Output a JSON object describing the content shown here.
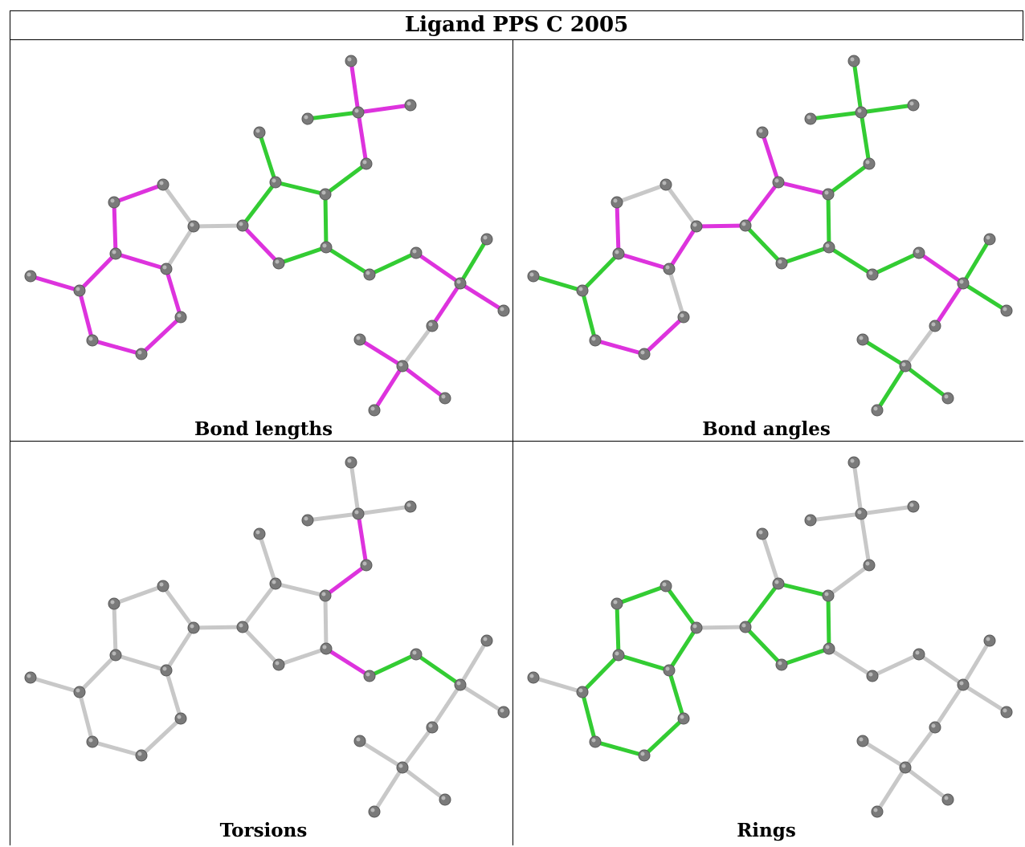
{
  "title": "Ligand PPS C 2005",
  "panels": [
    {
      "caption": "Bond lengths"
    },
    {
      "caption": "Bond angles"
    },
    {
      "caption": "Torsions"
    },
    {
      "caption": "Rings"
    }
  ],
  "colors": {
    "gray_bond": "#c8c8c8",
    "atom": "#7a7a7a",
    "green": "#33cc33",
    "magenta": "#dd33dd"
  }
}
